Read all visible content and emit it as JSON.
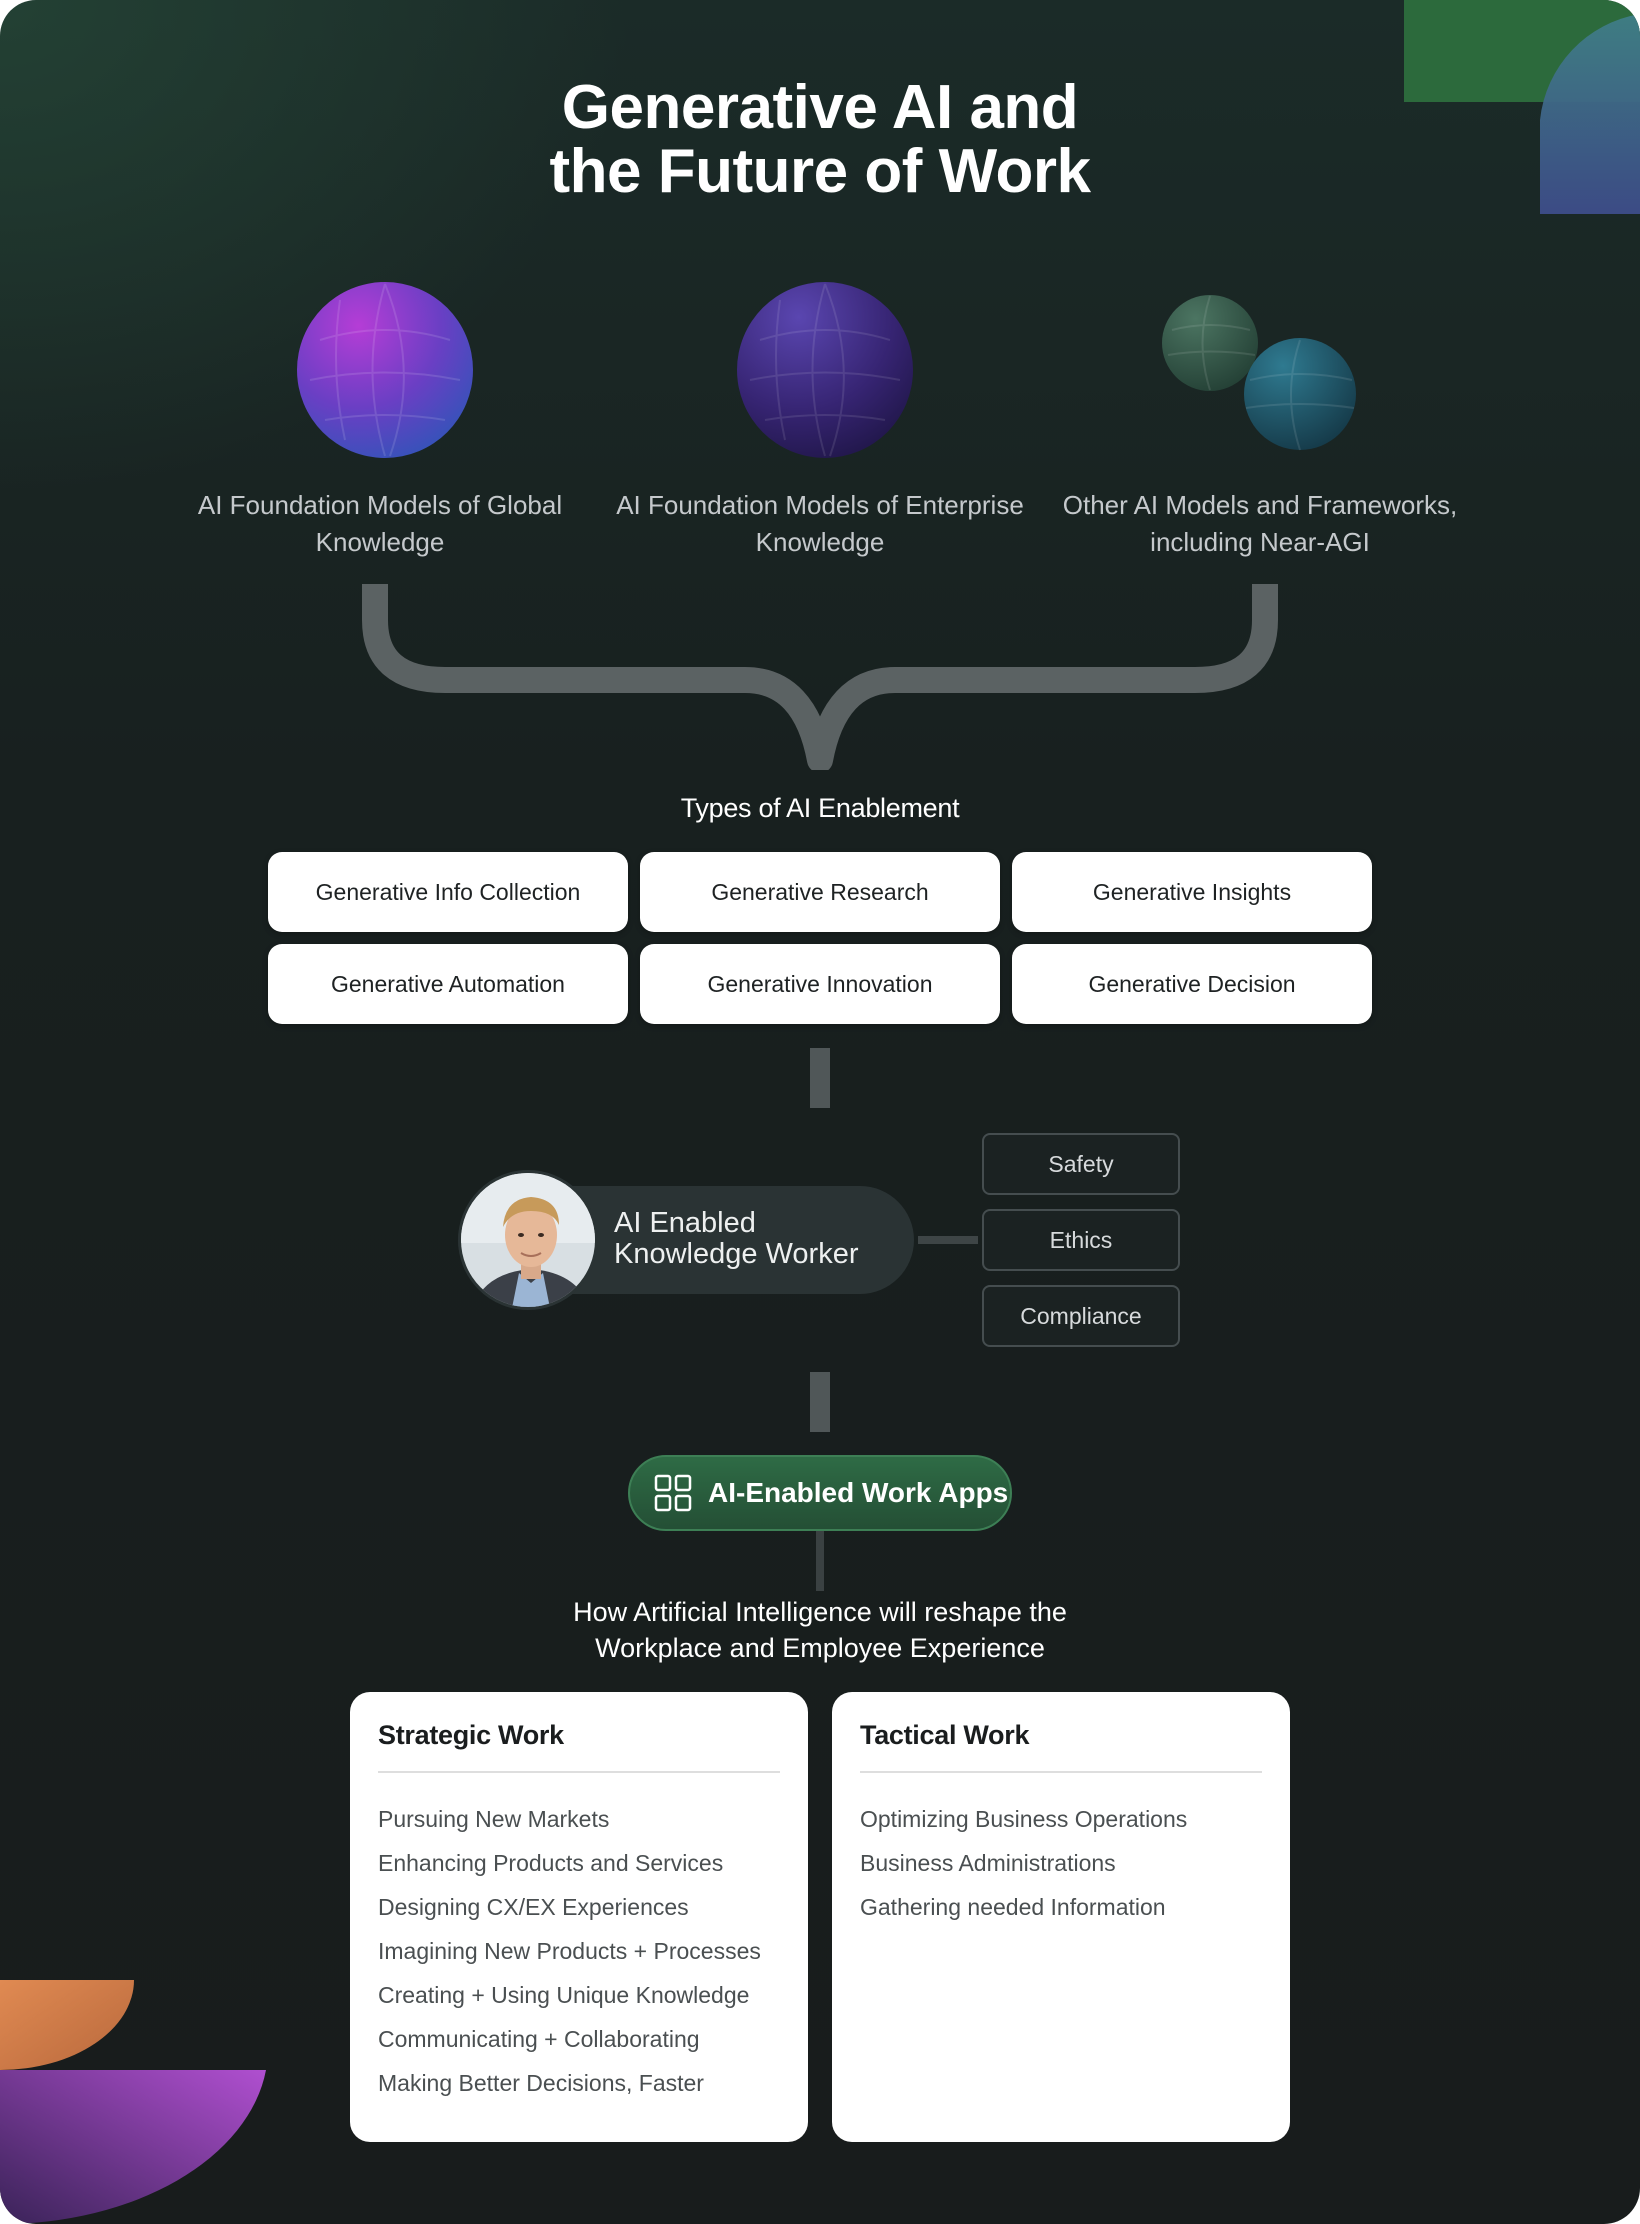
{
  "title": {
    "line1": "Generative AI and",
    "line2": "the Future of Work"
  },
  "models": [
    {
      "label": "AI Foundation Models of Global Knowledge",
      "icon": "purple-sphere-icon"
    },
    {
      "label": "AI Foundation Models of Enterprise  Knowledge",
      "icon": "indigo-sphere-icon"
    },
    {
      "label": "Other AI Models and Frameworks, including Near-AGI",
      "icon": "twin-spheres-icon"
    }
  ],
  "enablement": {
    "title": "Types of AI Enablement",
    "types": [
      "Generative Info Collection",
      "Generative Research",
      "Generative Insights",
      "Generative Automation",
      "Generative Innovation",
      "Generative Decision"
    ]
  },
  "worker": {
    "line1": "AI Enabled",
    "line2": "Knowledge Worker",
    "avatar_icon": "person-avatar-icon"
  },
  "guardrails": [
    "Safety",
    "Ethics",
    "Compliance"
  ],
  "apps": {
    "label": "AI-Enabled Work Apps",
    "icon": "grid-apps-icon"
  },
  "reshape": {
    "line1": "How Artificial Intelligence will reshape the",
    "line2": "Workplace and Employee Experience"
  },
  "strategic": {
    "title": "Strategic Work",
    "items": [
      "Pursuing New Markets",
      "Enhancing Products and Services",
      "Designing CX/EX Experiences",
      "Imagining New Products + Processes",
      "Creating + Using Unique Knowledge",
      "Communicating + Collaborating",
      "Making Better Decisions, Faster"
    ]
  },
  "tactical": {
    "title": "Tactical Work",
    "items": [
      "Optimizing Business Operations",
      "Business Administrations",
      "Gathering needed Information"
    ]
  },
  "colors": {
    "accent_green": "#2e6b45",
    "sphere_purple": "#8a3fd0",
    "sphere_indigo": "#3b2a85",
    "sphere_teal": "#1f5a72",
    "connector_gray": "#505758"
  }
}
